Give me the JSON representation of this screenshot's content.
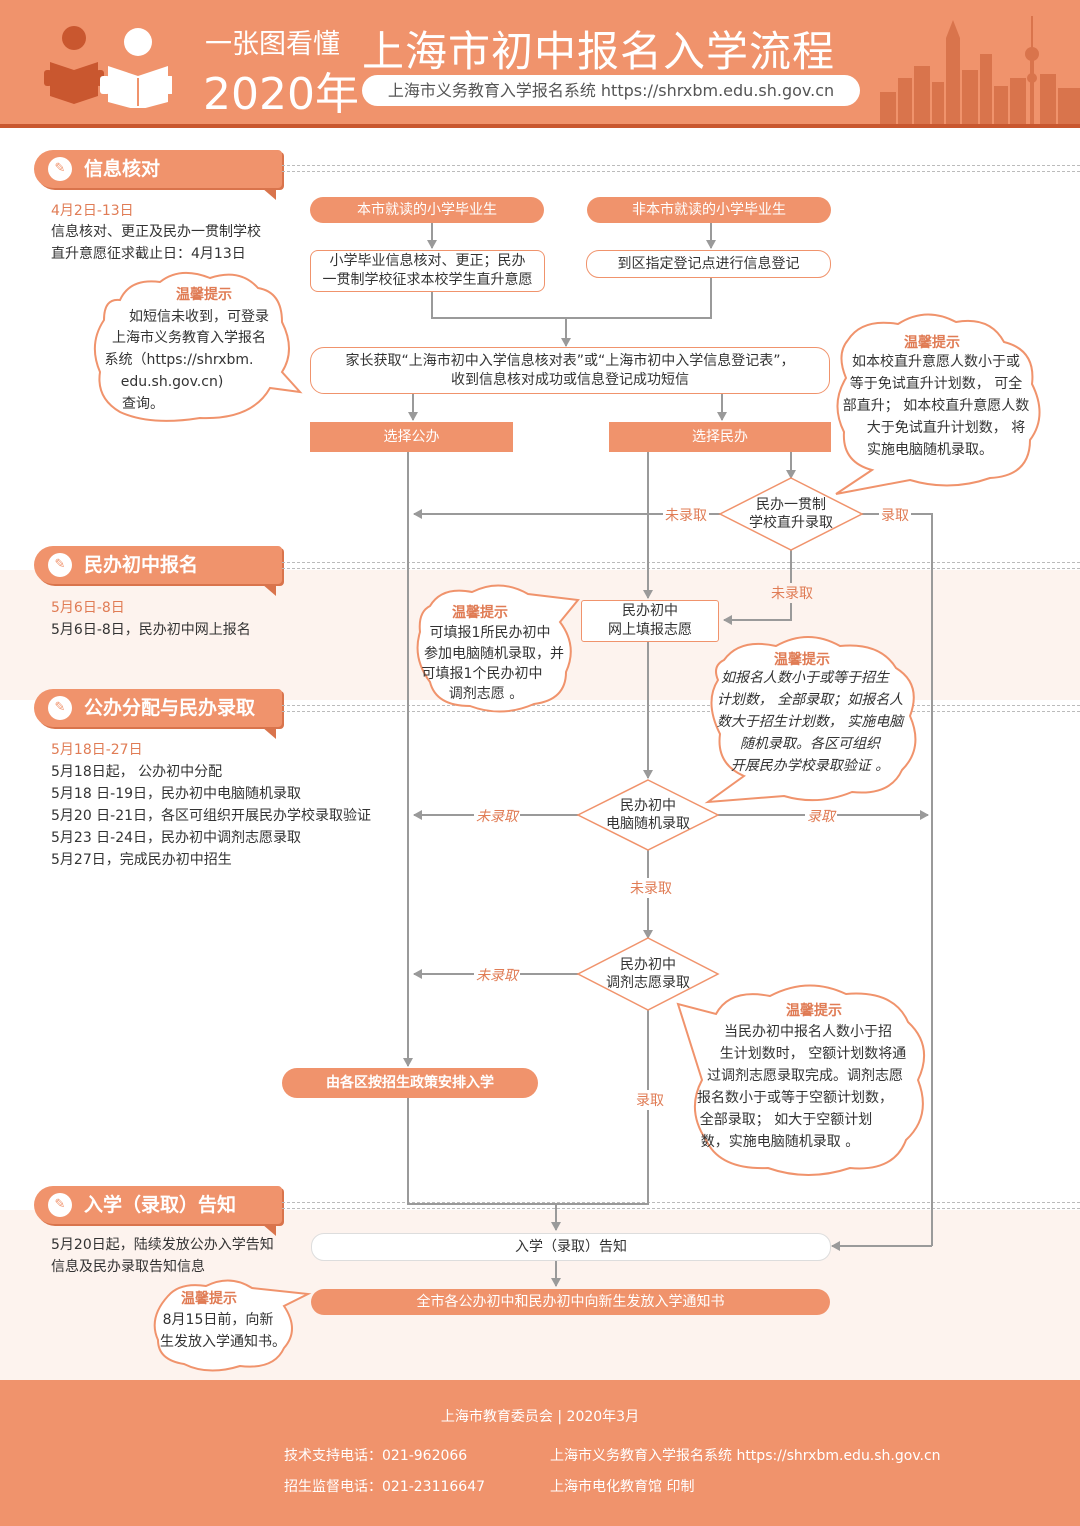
{
  "header": {
    "small_title": "一张图看懂",
    "year": "2020年",
    "main_title": "上海市初中报名入学流程",
    "system": "上海市义务教育入学报名系统 https://shrxbm.edu.sh.gov.cn"
  },
  "sections": {
    "info": {
      "title": "信息核对",
      "date": "4月2日-13日",
      "lines": [
        "信息核对、更正及民办一贯制学校",
        "直升意愿征求截止日：4月13日"
      ]
    },
    "private_reg": {
      "title": "民办初中报名",
      "date": "5月6日-8日",
      "lines": [
        "5月6日-8日，民办初中网上报名"
      ]
    },
    "allocation": {
      "title": "公办分配与民办录取",
      "date": "5月18日-27日",
      "lines": [
        "5月18日起， 公办初中分配",
        "5月18 日-19日，民办初中电脑随机录取",
        "5月20 日-21日，各区可组织开展民办学校录取验证",
        "5月23 日-24日，民办初中调剂志愿录取",
        "5月27日，完成民办初中招生"
      ]
    },
    "notice": {
      "title": "入学（录取）告知",
      "lines": [
        "5月20日起，陆续发放公办入学告知",
        "信息及民办录取告知信息"
      ]
    }
  },
  "tips": {
    "title": "温馨提示",
    "sms": [
      "如短信未收到，可登录",
      "上海市义务教育入学报名",
      "系统（https://shrxbm.",
      "edu.sh.gov.cn)",
      "查询。"
    ],
    "direct": [
      "如本校直升意愿人数小于或",
      "等于免试直升计划数， 可全",
      "部直升； 如本校直升意愿人数",
      "大于免试直升计划数， 将",
      "实施电脑随机录取。"
    ],
    "fill": [
      "可填报1所民办初中",
      "参加电脑随机录取，并",
      "可填报1个民办初中",
      "调剂志愿 。"
    ],
    "lottery": [
      "如报名人数小于或等于招生",
      "计划数， 全部录取；如报名人",
      "数大于招生计划数， 实施电脑",
      "随机录取。各区可组织",
      "开展民办学校录取验证 。"
    ],
    "adjust": [
      "当民办初中报名人数小于招",
      "生计划数时， 空额计划数将通",
      "过调剂志愿录取完成。调剂志愿",
      "报名数小于或等于空额计划数，",
      "全部录取； 如大于空额计划",
      "数，实施电脑随机录取 。"
    ],
    "notice": [
      "8月15日前，向新",
      "生发放入学通知书。"
    ]
  },
  "flow": {
    "local_grad": "本市就读的小学毕业生",
    "nonlocal_grad": "非本市就读的小学毕业生",
    "local_check": [
      "小学毕业信息核对、更正；民办",
      "一贯制学校征求本校学生直升意愿"
    ],
    "nonlocal_register": "到区指定登记点进行信息登记",
    "parent_get": [
      "家长获取“上海市初中入学信息核对表”或“上海市初中入学信息登记表”，",
      "收到信息核对成功或信息登记成功短信"
    ],
    "choose_public": "选择公办",
    "choose_private": "选择民办",
    "d_direct": [
      "民办一贯制",
      "学校直升录取"
    ],
    "online_fill": [
      "民办初中",
      "网上填报志愿"
    ],
    "d_lottery": [
      "民办初中",
      "电脑随机录取"
    ],
    "d_adjust": [
      "民办初中",
      "调剂志愿录取"
    ],
    "district": "由各区按招生政策安排入学",
    "notice_box": "入学（录取）告知",
    "final": "全市各公办初中和民办初中向新生发放入学通知书",
    "not_admitted": "未录取",
    "admitted": "录取"
  },
  "footer": {
    "org": "上海市教育委员会  |  2020年3月",
    "tech": "技术支持电话：021-962066",
    "supervise": "招生监督电话：021-23116647",
    "system": "上海市义务教育入学报名系统  https://shrxbm.edu.sh.gov.cn",
    "printer": "上海市电化教育馆  印制"
  },
  "colors": {
    "accent": "#f0936c",
    "dark_accent": "#c9572f",
    "label": "#e07c55",
    "line": "#9a9a9a"
  }
}
